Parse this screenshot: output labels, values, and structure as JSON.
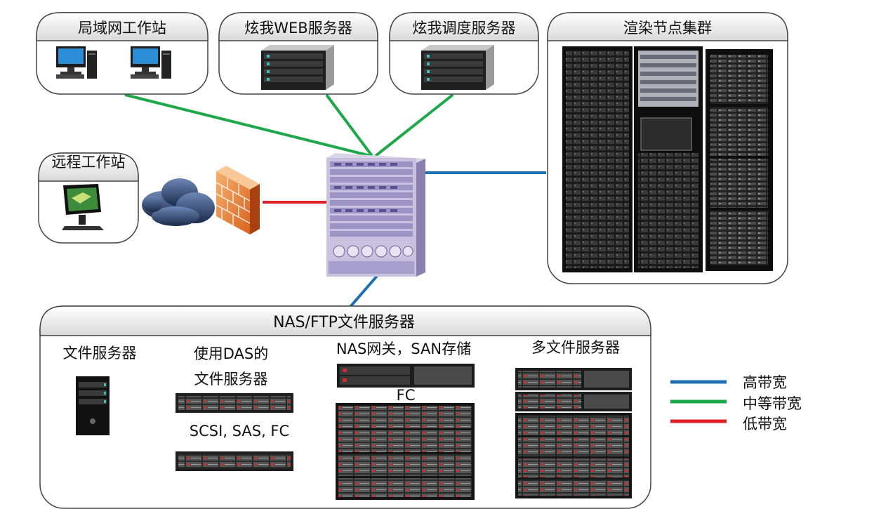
{
  "groups": {
    "lan": "局域网工作站",
    "web": "炫我WEB服务器",
    "sched": "炫我调度服务器",
    "render": "渲染节点集群",
    "remote": "远程工作站",
    "nas": "NAS/FTP文件服务器"
  },
  "storage": {
    "file_server": "文件服务器",
    "das_line1": "使用DAS的",
    "das_line2": "文件服务器",
    "das_interfaces": "SCSI, SAS, FC",
    "nas_gateway": "NAS网关，SAN存储",
    "fc": "FC",
    "multi": "多文件服务器"
  },
  "legend": {
    "items": [
      {
        "label": "高带宽",
        "color": "#1f6fb5"
      },
      {
        "label": "中等带宽",
        "color": "#1fa84a"
      },
      {
        "label": "低带宽",
        "color": "#e0202a"
      }
    ]
  },
  "icons": [
    "desktop-pc-icon",
    "server-icon",
    "cloud-icon",
    "firewall-icon",
    "switch-chassis-icon",
    "server-rack-icon",
    "tower-server-icon",
    "disk-array-icon"
  ]
}
